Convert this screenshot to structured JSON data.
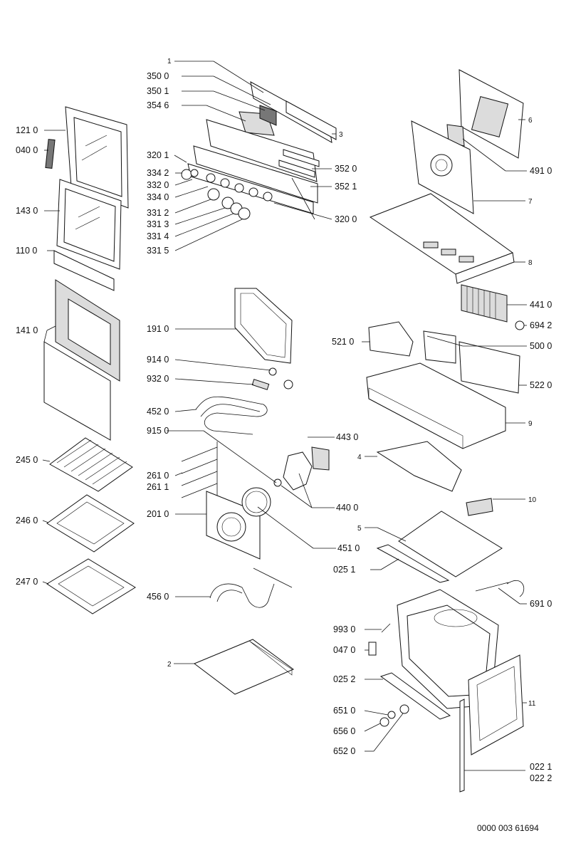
{
  "document_number": "0000 003 61694",
  "callouts": {
    "c_1": "1",
    "c_350_0": "350 0",
    "c_350_1": "350 1",
    "c_354_6": "354 6",
    "c_3": "3",
    "c_320_1": "320 1",
    "c_334_2": "334 2",
    "c_332_0": "332 0",
    "c_334_0": "334 0",
    "c_331_2": "331 2",
    "c_331_3": "331 3",
    "c_331_4": "331 4",
    "c_331_5": "331 5",
    "c_352_0": "352 0",
    "c_352_1": "352 1",
    "c_320_0": "320 0",
    "c_121_0": "121 0",
    "c_040_0": "040 0",
    "c_143_0": "143 0",
    "c_110_0": "110 0",
    "c_141_0": "141 0",
    "c_245_0": "245 0",
    "c_246_0": "246 0",
    "c_247_0": "247 0",
    "c_191_0": "191 0",
    "c_914_0": "914 0",
    "c_932_0": "932 0",
    "c_452_0": "452 0",
    "c_915_0": "915 0",
    "c_443_0": "443 0",
    "c_261_0": "261 0",
    "c_261_1": "261 1",
    "c_201_0": "201 0",
    "c_440_0": "440 0",
    "c_451_0": "451 0",
    "c_456_0": "456 0",
    "c_2": "2",
    "c_6": "6",
    "c_491_0": "491 0",
    "c_7": "7",
    "c_8": "8",
    "c_441_0": "441 0",
    "c_694_2": "694 2",
    "c_521_0": "521 0",
    "c_500_0": "500 0",
    "c_522_0": "522 0",
    "c_9": "9",
    "c_4": "4",
    "c_10": "10",
    "c_5": "5",
    "c_025_1": "025 1",
    "c_691_0": "691 0",
    "c_993_0": "993 0",
    "c_047_0": "047 0",
    "c_025_2": "025 2",
    "c_11": "11",
    "c_651_0": "651 0",
    "c_656_0": "656 0",
    "c_652_0": "652 0",
    "c_022_1": "022 1",
    "c_022_2": "022 2"
  }
}
